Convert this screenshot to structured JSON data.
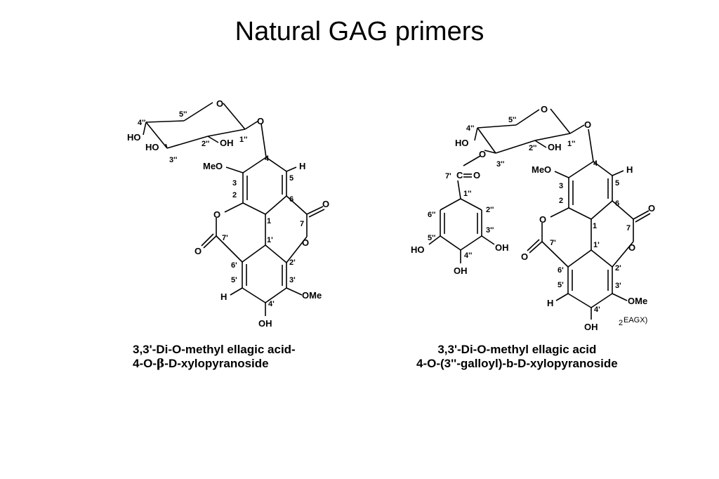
{
  "title": "Natural GAG primers",
  "structure_1": {
    "labels": {
      "ho_top": "HO",
      "ho_left": "HO",
      "oh_2pp": "OH",
      "o_ring": "O",
      "o_link": "O",
      "meo": "MeO",
      "h5": "H",
      "o_lac1": "O",
      "o_c7": "O",
      "o_lac2": "O",
      "o_c7p": "O",
      "h5p": "H",
      "ome": "OMe",
      "oh_4p": "OH"
    },
    "numbers": [
      "5''",
      "4''",
      "3''",
      "2''",
      "1''",
      "4",
      "3",
      "2",
      "5",
      "6",
      "1",
      "7",
      "7'",
      "1'",
      "6'",
      "2'",
      "5'",
      "3'",
      "4'"
    ],
    "caption_line1": "3,3'-Di-O-methyl ellagic acid-",
    "caption_line2_prefix": "4-O-",
    "caption_line2_greek": "β",
    "caption_line2_suffix": "-D-xylopyranoside"
  },
  "structure_2": {
    "labels": {
      "o_ring": "O",
      "o_link": "O",
      "ho_top": "HO",
      "oh_2pp": "OH",
      "o_ester": "O",
      "c7": "C",
      "eq_o": "O",
      "meo": "MeO",
      "h5": "H",
      "o_lac1": "O",
      "o_c7": "O",
      "o_lac2": "O",
      "o_c7p": "O",
      "ho_5": "HO",
      "oh_3": "OH",
      "oh_4": "OH",
      "h5p": "H",
      "ome": "OMe",
      "oh_4p": "OH"
    },
    "numbers": [
      "5''",
      "4''",
      "2''",
      "1''",
      "3''",
      "7'",
      "1''",
      "6''",
      "2''",
      "5''",
      "3''",
      "4''",
      "4",
      "3",
      "2",
      "5",
      "6",
      "1",
      "7",
      "7'",
      "1'",
      "6'",
      "2'",
      "5'",
      "3'",
      "4'"
    ],
    "note_sub": "2",
    "note_text": "EAGX)",
    "caption_line1": "3,3'-Di-O-methyl ellagic acid",
    "caption_line2": "4-O-(3''-galloyl)-b-D-xylopyranoside"
  }
}
